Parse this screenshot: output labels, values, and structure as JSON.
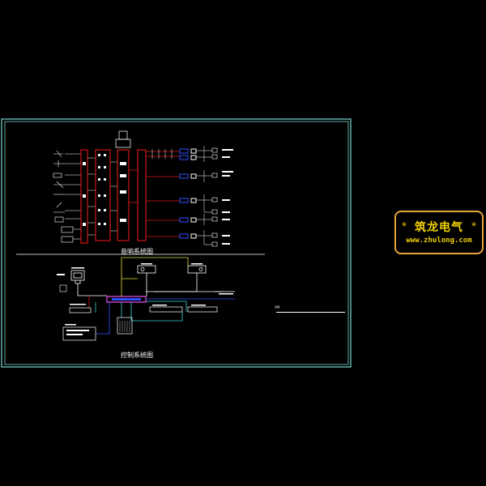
{
  "diagram": {
    "sound_system_caption": "音响系统图",
    "control_system_caption": "控制系统图",
    "notes_label": "说明："
  },
  "watermark": {
    "title": "筑龙电气",
    "url": "www.zhulong.com",
    "star": "*"
  },
  "colors": {
    "background": "#000000",
    "frame": "#7ad8d0",
    "rack": "#d01818",
    "cable_white": "#ffffff",
    "cable_blue": "#3050ff",
    "cable_cyan": "#40d0d0",
    "cable_yellow": "#e0e030",
    "cable_magenta": "#c040c0",
    "watermark_text": "#f0d000",
    "watermark_border": "#e8a33a"
  }
}
